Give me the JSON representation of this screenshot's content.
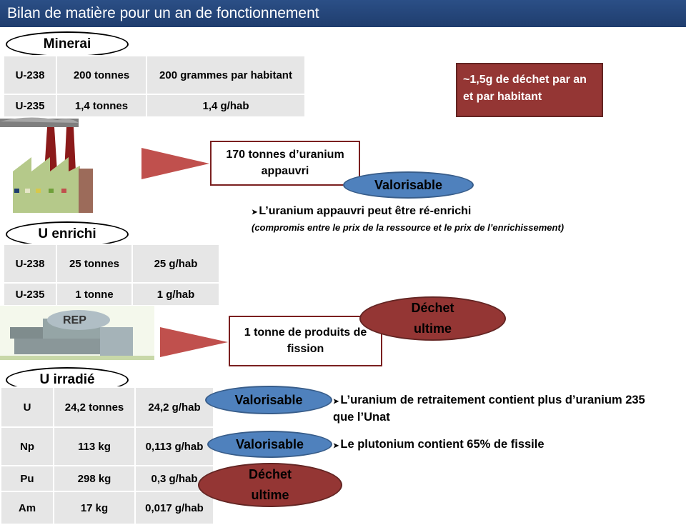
{
  "title": "Bilan de matière pour un an de fonctionnement",
  "minerai": {
    "label": "Minerai",
    "rows": [
      [
        "U-238",
        "200 tonnes",
        "200 grammes par habitant"
      ],
      [
        "U-235",
        "1,4 tonnes",
        "1,4 g/hab"
      ]
    ]
  },
  "waste_note": "~1,5g de déchet par an et par habitant",
  "appauvri": {
    "box": "170 tonnes d’uranium appauvri",
    "tag": "Valorisable",
    "bullet": "L’uranium appauvri peut être ré-enrichi",
    "subnote": "(compromis entre le prix de la ressource et le prix de l’enrichissement)"
  },
  "enrichi": {
    "label": "U enrichi",
    "rows": [
      [
        "U-238",
        "25 tonnes",
        "25 g/hab"
      ],
      [
        "U-235",
        "1 tonne",
        "1 g/hab"
      ]
    ]
  },
  "rep_label": "REP",
  "fission": {
    "box": "1 tonne de produits de fission",
    "tag": "Déchet ultime"
  },
  "irradie": {
    "label": "U irradié",
    "rows": [
      [
        "U",
        "24,2 tonnes",
        "24,2 g/hab"
      ],
      [
        "Np",
        "113 kg",
        "0,113 g/hab"
      ],
      [
        "Pu",
        "298 kg",
        "0,3 g/hab"
      ],
      [
        "Am",
        "17 kg",
        "0,017 g/hab"
      ]
    ]
  },
  "tags": {
    "u_valorisable": "Valorisable",
    "pu_valorisable": "Valorisable",
    "am_dechet": "Déchet ultime"
  },
  "notes": {
    "u_retraitement": "L’uranium de retraitement contient plus d’uranium 235 que l’Unat",
    "plutonium": "Le plutonium contient 65% de fissile"
  },
  "colors": {
    "title_bg": "#1f3d6e",
    "valorisable": "#4f81bd",
    "dechet": "#943634",
    "arrow": "#c0504d"
  }
}
